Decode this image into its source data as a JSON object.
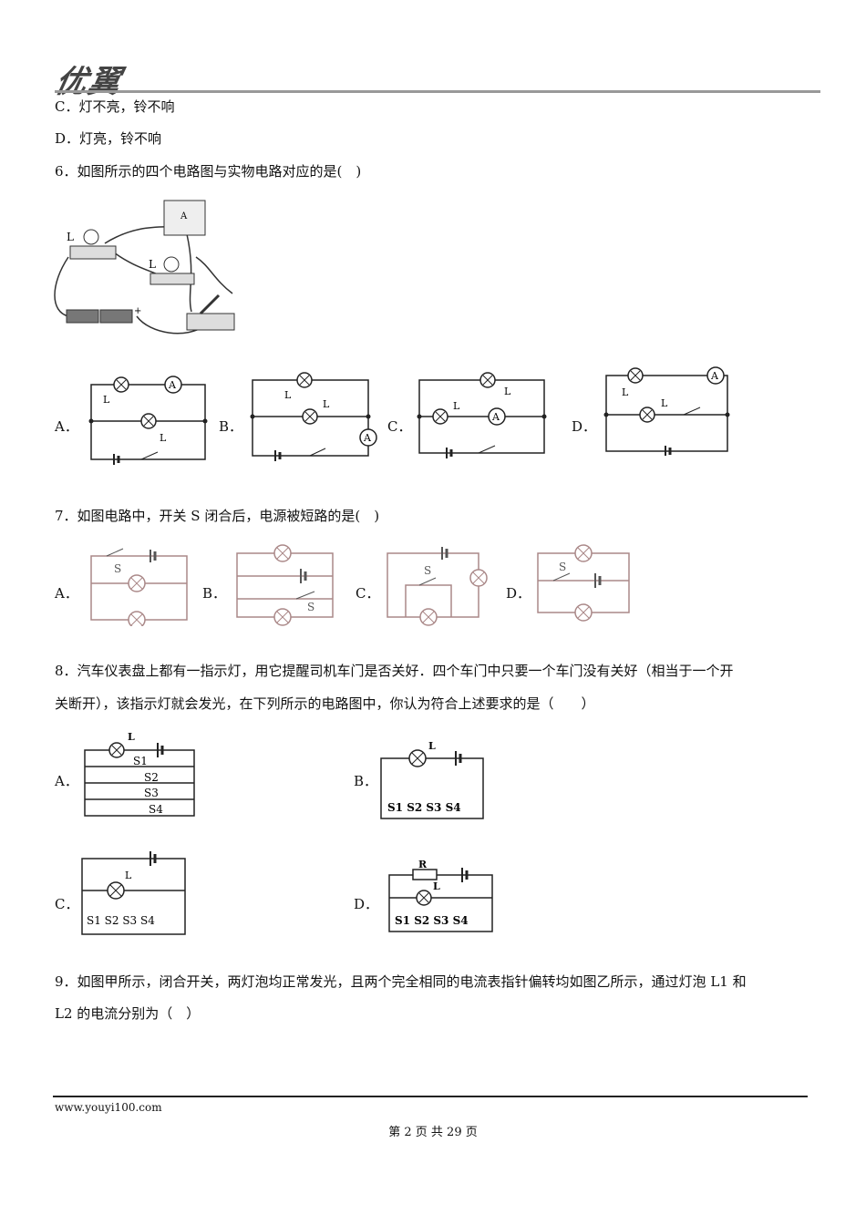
{
  "header": {
    "logo_text": "优翼"
  },
  "q5": {
    "option_c": "C．灯不亮，铃不响",
    "option_d": "D．灯亮，铃不响"
  },
  "q6": {
    "stem": "6．如图所示的四个电路图与实物电路对应的是(　)",
    "labels": {
      "a": "A．",
      "b": "B．",
      "c": "C．",
      "d": "D．"
    }
  },
  "q7": {
    "stem": "7．如图电路中，开关 S 闭合后，电源被短路的是(　)",
    "labels": {
      "a": "A．",
      "b": "B．",
      "c": "C．",
      "d": "D．"
    }
  },
  "q8": {
    "stem_line1": "8．汽车仪表盘上都有一指示灯，用它提醒司机车门是否关好．四个车门中只要一个车门没有关好（相当于一个开",
    "stem_line2": "关断开），该指示灯就会发光，在下列所示的电路图中，你认为符合上述要求的是（　　）",
    "labels": {
      "a": "A．",
      "b": "B．",
      "c": "C．",
      "d": "D．"
    }
  },
  "q9": {
    "stem_line1": "9．如图甲所示，闭合开关，两灯泡均正常发光，且两个完全相同的电流表指针偏转均如图乙所示，通过灯泡 L1 和",
    "stem_line2": "L2 的电流分别为（　）"
  },
  "footer": {
    "website": "www.youyi100.com",
    "page_number": "第 2 页 共 29 页"
  }
}
